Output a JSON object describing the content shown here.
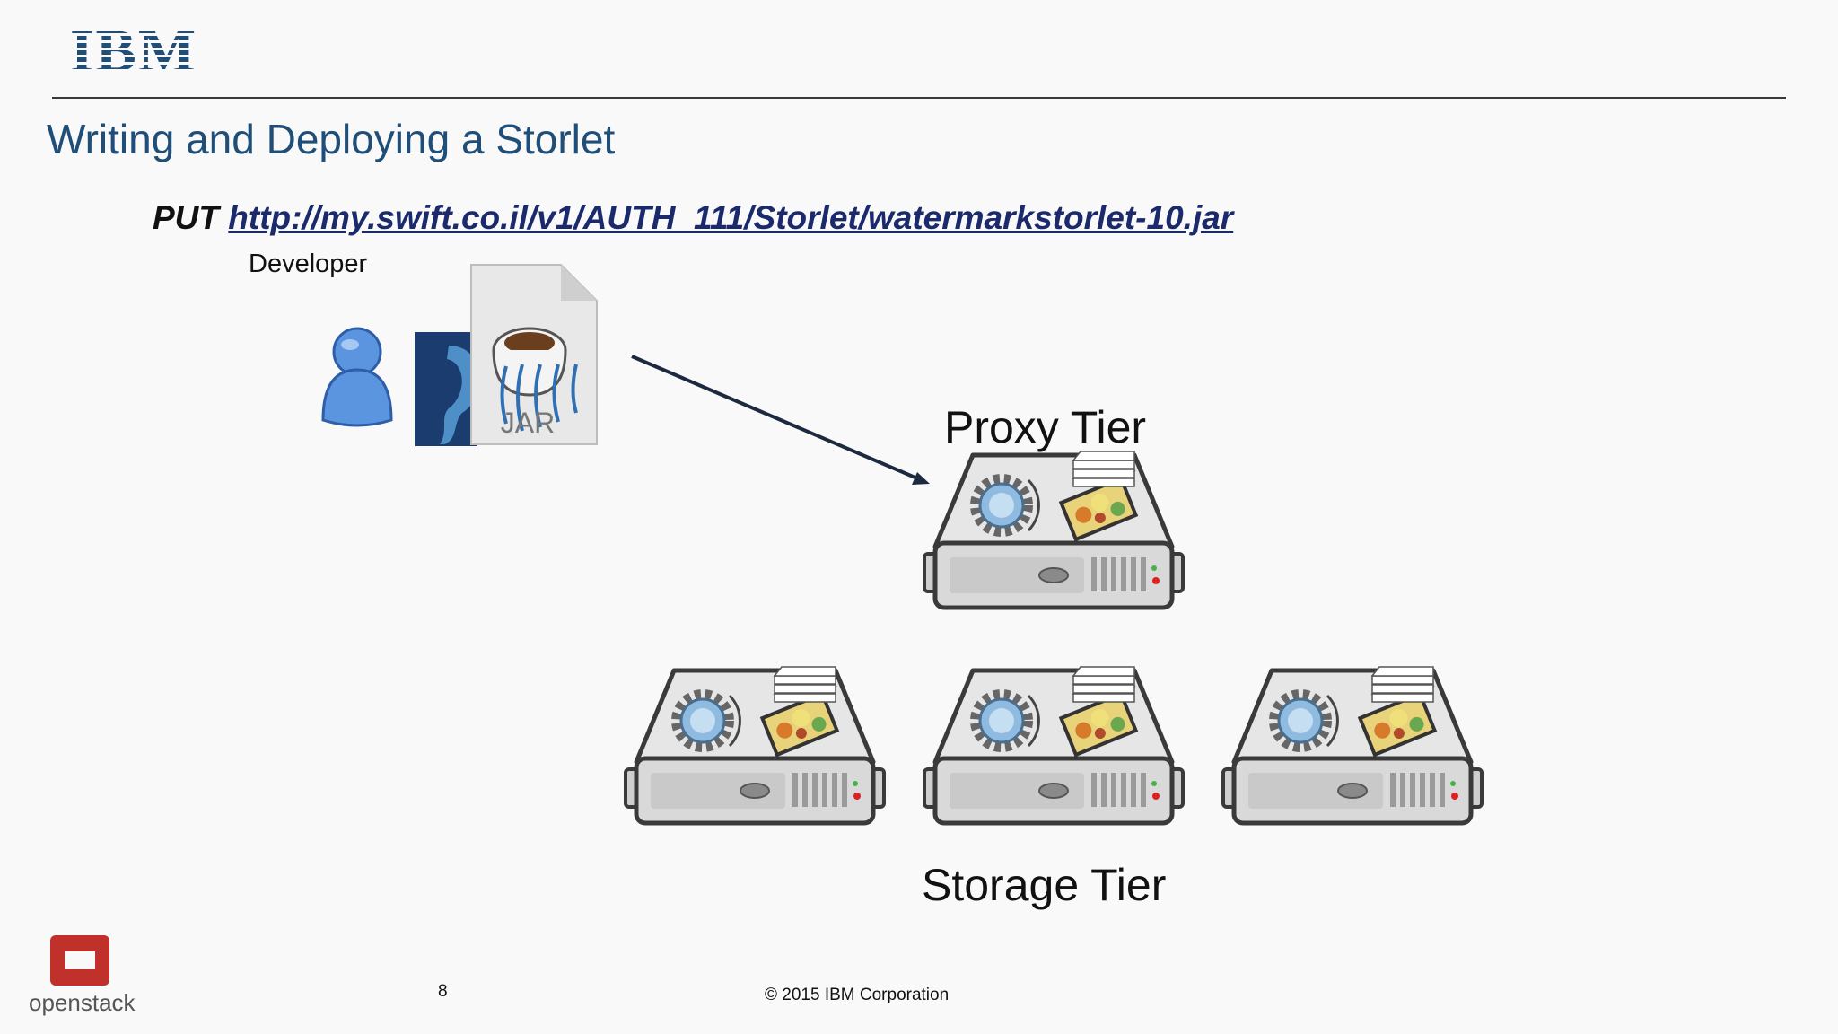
{
  "header": {
    "logo_text": "IBM",
    "title": "Writing and Deploying a Storlet"
  },
  "request": {
    "method": "PUT",
    "url": "http://my.swift.co.il/v1/AUTH_111/Storlet/watermarkstorlet-10.jar"
  },
  "developer": {
    "label": "Developer",
    "jar_label": "JAR"
  },
  "tiers": {
    "proxy_label": "Proxy Tier",
    "storage_label": "Storage Tier"
  },
  "footer": {
    "page_number": "8",
    "copyright": "© 2015 IBM Corporation",
    "openstack_text": "openstack"
  },
  "colors": {
    "title": "#1f4e79",
    "ibm_blue": "#1f4e79",
    "url": "#1a2a6c",
    "openstack_red": "#c0312b"
  },
  "icons": [
    "developer-person-icon",
    "ear-icon",
    "jar-file-icon",
    "arrow-icon",
    "server-icon",
    "openstack-logo-icon"
  ]
}
